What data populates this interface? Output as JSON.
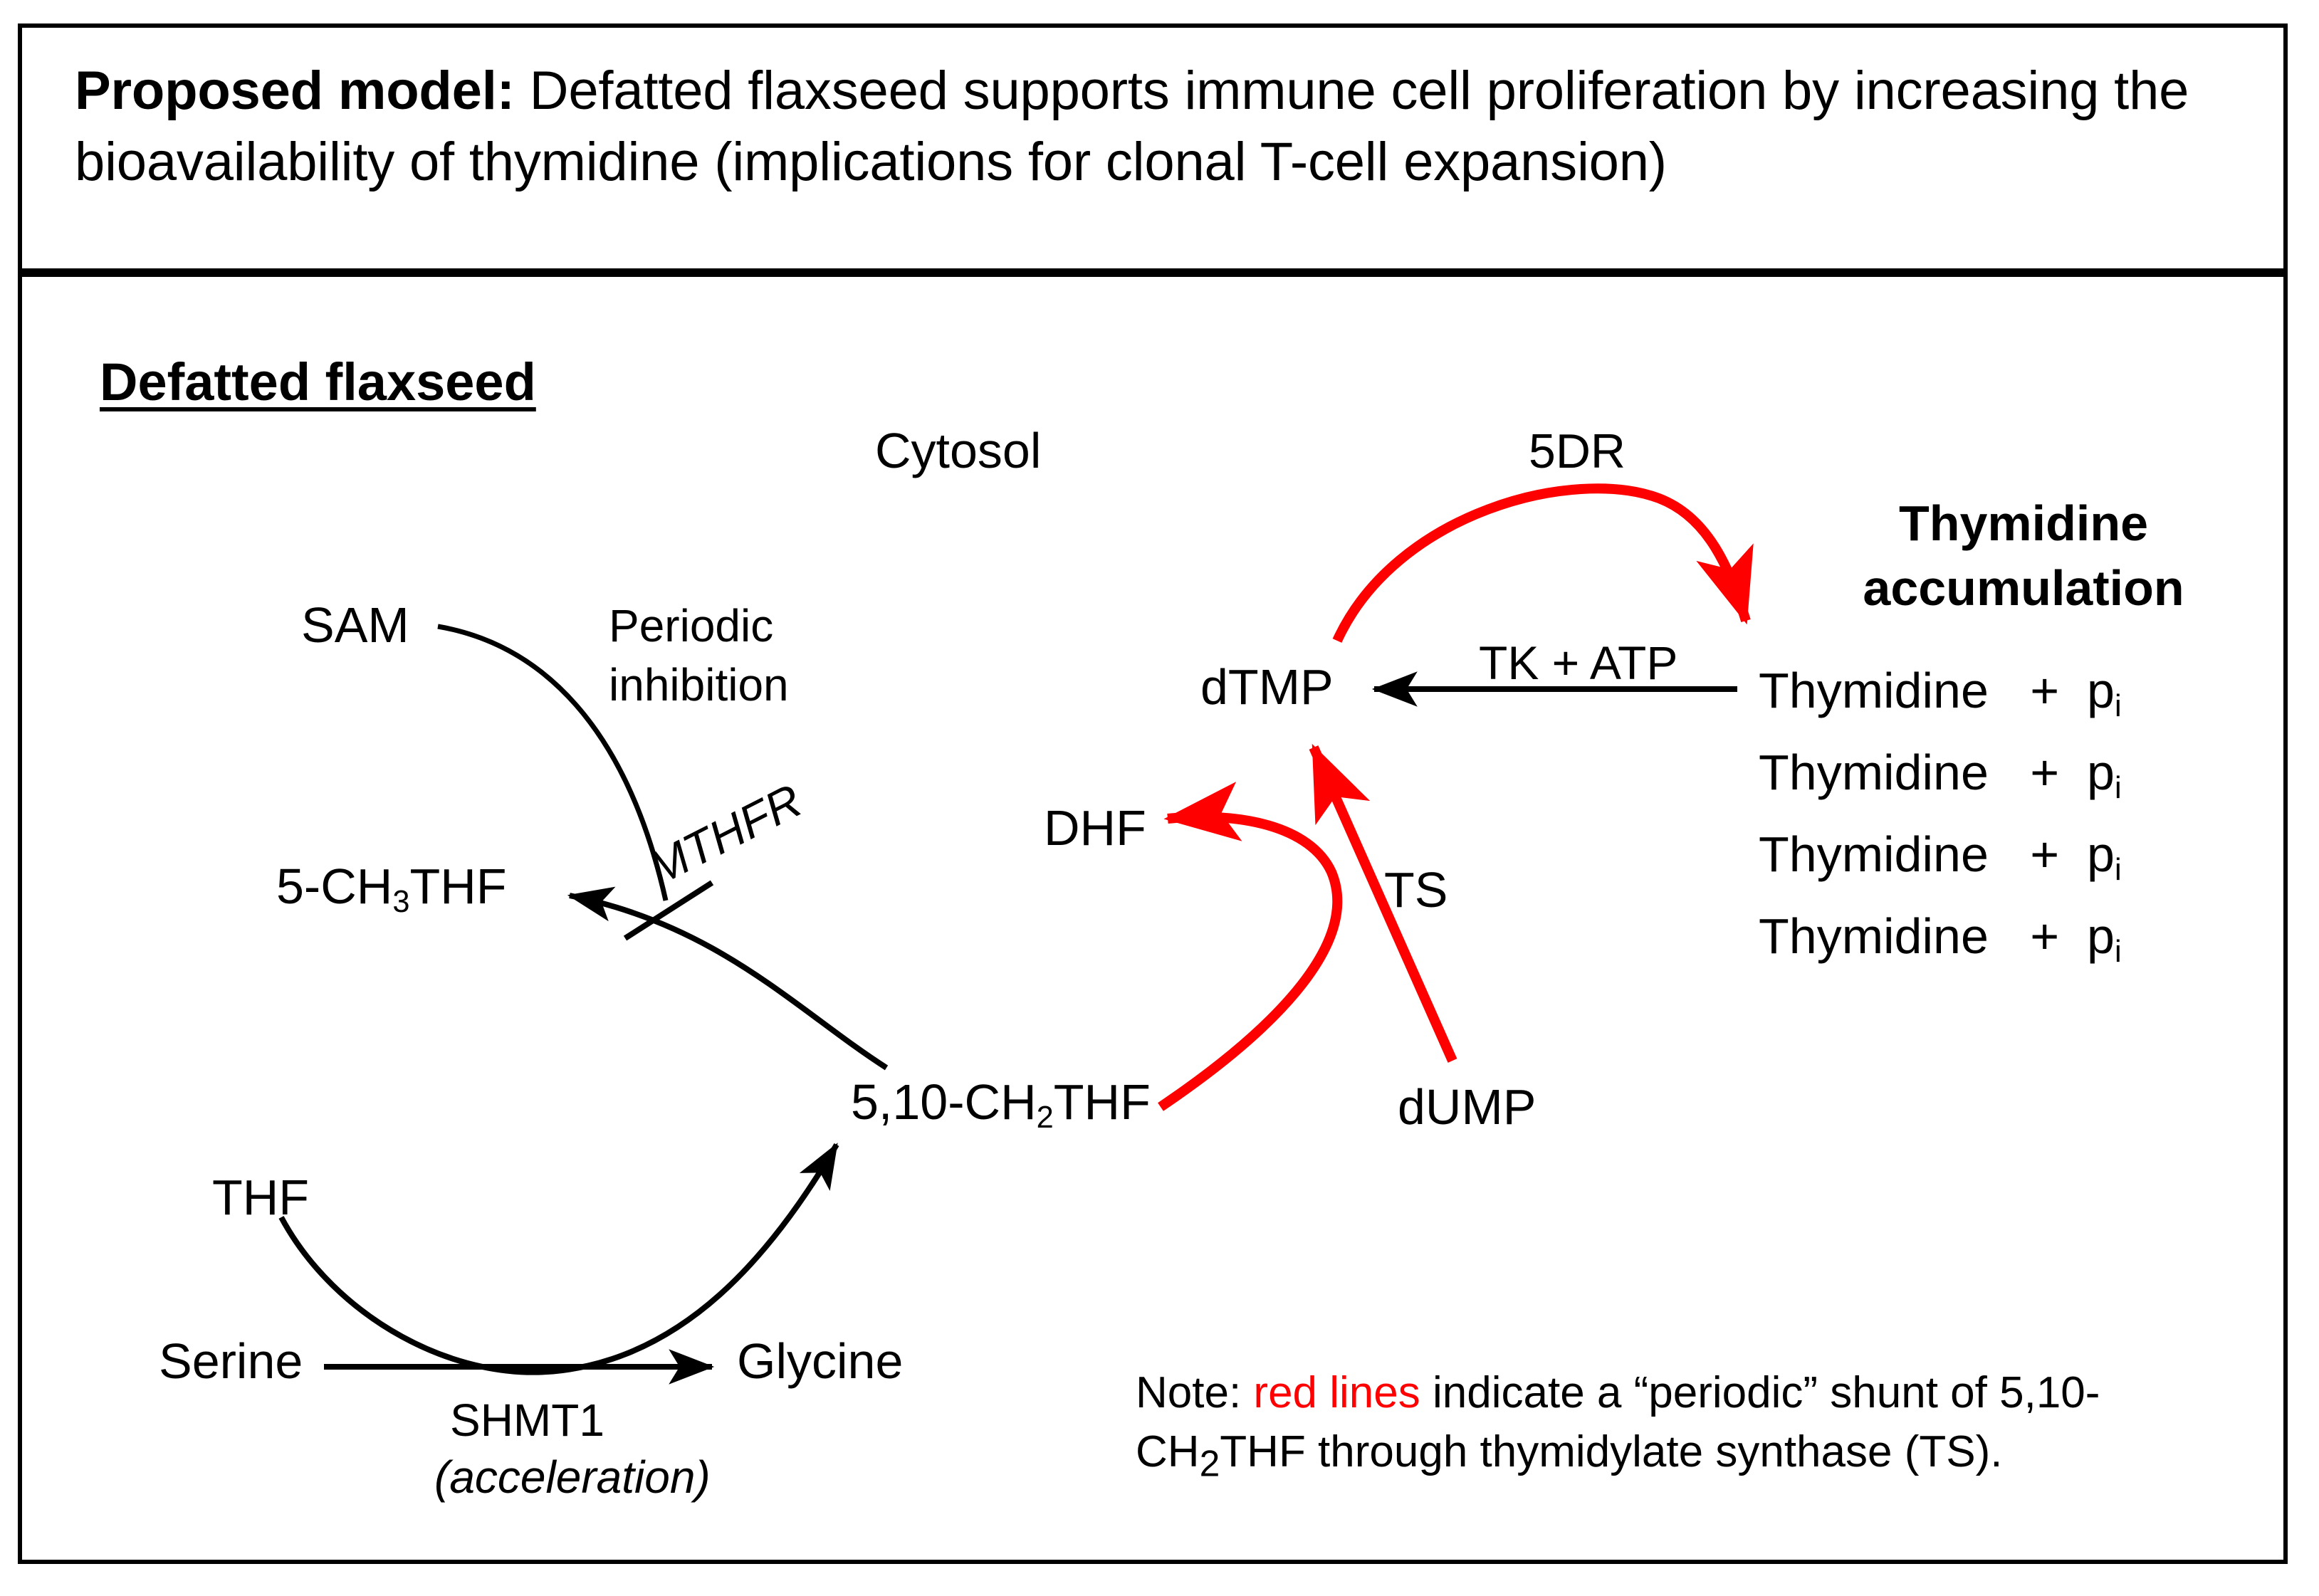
{
  "title": {
    "bold_prefix": "Proposed model:",
    "rest": " Defatted flaxseed supports immune cell proliferation by increasing the bioavailability of thymidine (implications for clonal T-cell expansion)"
  },
  "diagram": {
    "section_heading": "Defatted flaxseed",
    "compartment_label": "Cytosol",
    "accumulation_heading": "Thymidine accumulation",
    "nodes": {
      "sam": "SAM",
      "five_ch3_thf": "5-CH3THF",
      "five_ten_ch2_thf": "5,10-CH2THF",
      "thf": "THF",
      "serine": "Serine",
      "glycine": "Glycine",
      "dtmp": "dTMP",
      "dhf": "DHF",
      "dump": "dUMP"
    },
    "enzymes": {
      "mthfr": "MTHFR",
      "shmt1": "SHMT1",
      "shmt1_note": "(acceleration)",
      "ts": "TS",
      "tk_atp": "TK + ATP",
      "five_dr": "5DR"
    },
    "annotations": {
      "periodic_inhibition": "Periodic inhibition"
    },
    "thymidine_pool": [
      "Thymidine + pi",
      "Thymidine + pi",
      "Thymidine + pi",
      "Thymidine + pi"
    ],
    "note": {
      "lead": "Note: ",
      "red_phrase": "red lines",
      "tail_a": " indicate a “periodic” shunt of 5,10-CH",
      "tail_sub": "2",
      "tail_b": "THF through thymidylate synthase (TS)."
    }
  },
  "colors": {
    "red": "#FF0000",
    "black": "#000000",
    "background": "#FFFFFF"
  }
}
